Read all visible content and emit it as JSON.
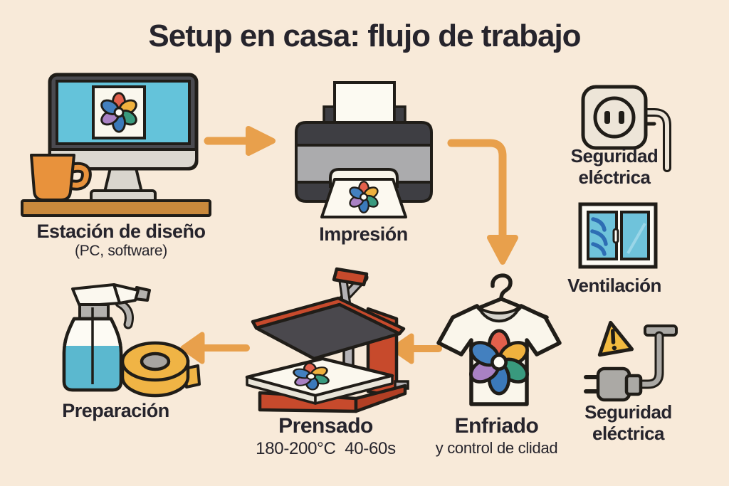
{
  "title": "Setup en casa: flujo de trabajo",
  "steps": {
    "design": {
      "label": "Estación de diseño",
      "sublabel": "(PC, software)",
      "icon": "computer-workstation-icon"
    },
    "print": {
      "label": "Impresión",
      "icon": "printer-icon"
    },
    "cooling": {
      "label": "Enfriado",
      "sublabel": "y control de clidad",
      "icon": "tshirt-hanger-icon"
    },
    "press": {
      "label": "Prensado",
      "sublabel": "180-200°C  40-60s",
      "icon": "heat-press-icon"
    },
    "prep": {
      "label": "Preparación",
      "icon": "spray-bottle-tape-icon"
    }
  },
  "safety": {
    "electrical_top": {
      "label": "Seguridad eléctrica",
      "icon": "power-outlet-icon"
    },
    "ventilation": {
      "label": "Ventilación",
      "icon": "open-window-icon"
    },
    "electrical_bottom": {
      "label": "Seguridad eléctrica",
      "icon": "plug-warning-icon"
    }
  },
  "colors": {
    "background": "#F8EAD9",
    "text": "#26242C",
    "arrow": "#E8A04C",
    "outline": "#201D18",
    "desk-brown": "#C9893C",
    "mug-orange": "#E8923C",
    "screen-teal": "#64C3DA",
    "press-red": "#C74A2C",
    "safety-yellow": "#F2BA3F",
    "tape-yellow": "#F0B445",
    "liquid-blue": "#5BB8CF",
    "window-blue": "#6FC3DB",
    "wind-blue": "#2E6DB4",
    "petal-red": "#E2604C",
    "petal-yellow": "#EFB13E",
    "petal-teal": "#399A7E",
    "petal-blue": "#3B79BA",
    "petal-purple": "#A981C4",
    "petal-blue-2": "#4380BF",
    "gray-dark": "#3E3E43",
    "gray-mid": "#ABABAD",
    "gray-light": "#D9D5CD"
  }
}
